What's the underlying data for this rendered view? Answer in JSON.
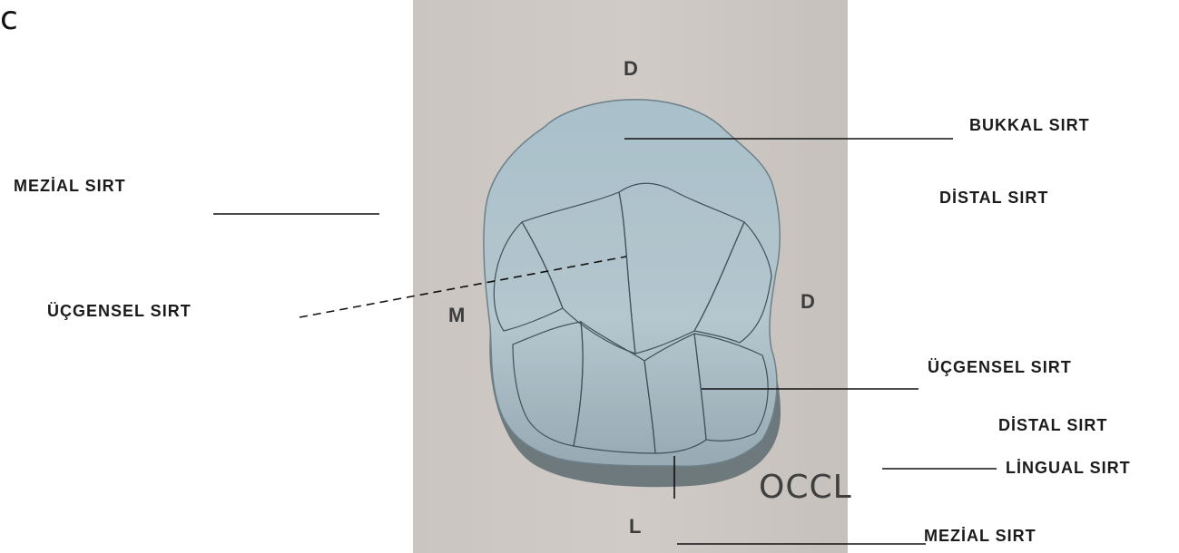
{
  "corner_label": "c",
  "orientation": {
    "top": "D",
    "left": "M",
    "right": "D",
    "bottom": "L"
  },
  "photo_label": "OCCL",
  "labels": {
    "bukkal_sirt": "BUKKAL SIRT",
    "distal_sirt_top": "DİSTAL SIRT",
    "mezial_sirt_left": "MEZİAL SIRT",
    "ucgensel_sirt_left": "ÜÇGENSEL SIRT",
    "ucgensel_sirt_right": "ÜÇGENSEL SIRT",
    "distal_sirt_bottom": "DİSTAL SIRT",
    "lingual_sirt": "LİNGUAL SIRT",
    "mezial_sirt_bottom": "MEZİAL SIRT"
  },
  "colors": {
    "photo_background": "#cbc6c2",
    "tooth_fill": "#a9bfc9",
    "tooth_shadow": "#566469",
    "line_color": "#111111"
  }
}
